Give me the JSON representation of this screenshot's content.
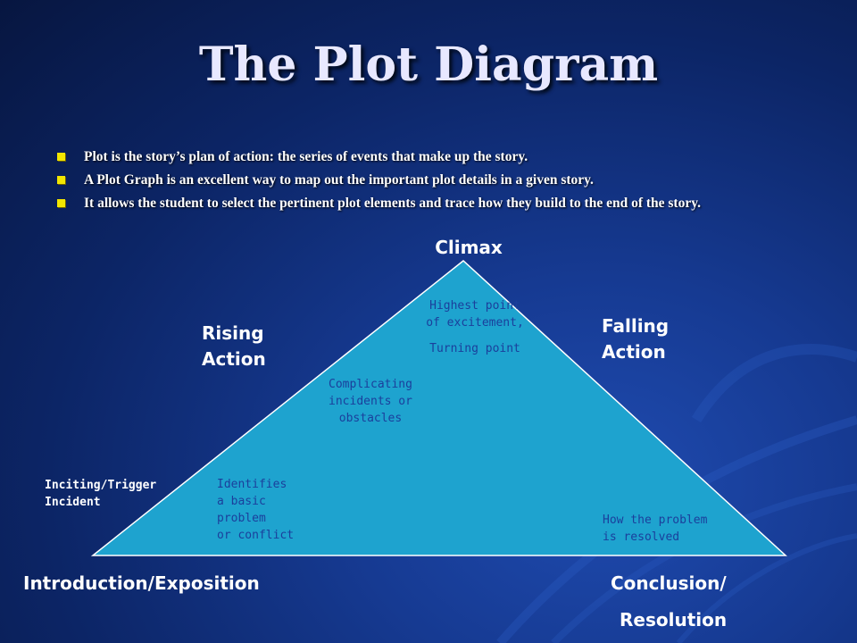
{
  "title": "The Plot Diagram",
  "bullets": [
    "Plot is the story’s plan of action: the series of events that make up the story.",
    "A Plot Graph is an excellent way to map out the important plot details in a given story.",
    "It allows the student to select the pertinent plot elements and trace how they build to the end of the story."
  ],
  "diagram": {
    "climax": "Climax",
    "rising_action": "Rising\nAction",
    "falling_action": "Falling\nAction",
    "inciting": "Inciting/Trigger\nIncident",
    "introduction": "Introduction/Exposition",
    "conclusion": "Conclusion/",
    "resolution": "Resolution",
    "climax_note_1": "Highest point\nof excitement,",
    "climax_note_2": "Turning point",
    "rising_note": "Complicating\nincidents or\nobstacles",
    "exposition_note": "Identifies\na basic\nproblem\nor conflict",
    "resolution_note": "How the problem\nis resolved"
  },
  "colors": {
    "background": "#0c2566",
    "triangle": "#1ea3cf",
    "inner_text": "#1b3f9c",
    "bullet": "#f3e600"
  }
}
